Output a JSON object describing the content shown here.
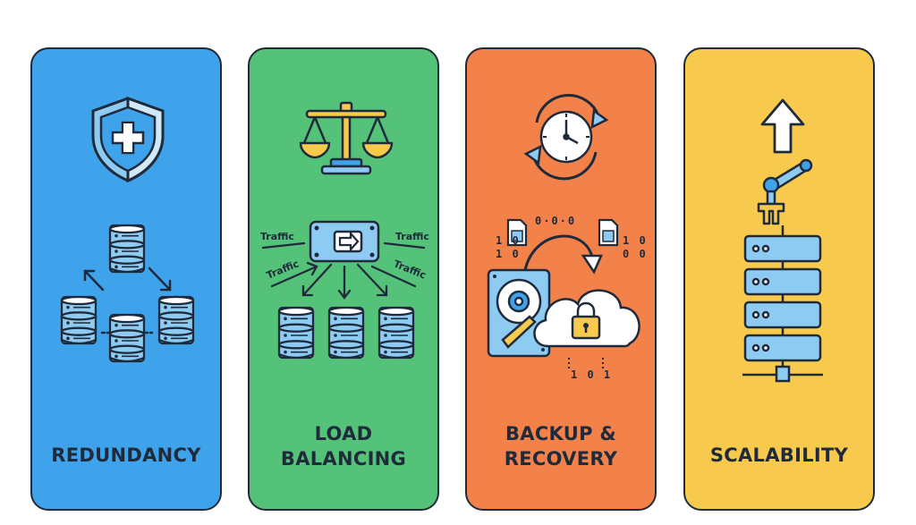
{
  "colors": {
    "redundancy": "#3fa3ec",
    "load_balancing": "#55c27a",
    "backup_recovery": "#f2814a",
    "scalability": "#f7c94d",
    "outline": "#1f2a3a",
    "icon_fill": "#8ecbf3"
  },
  "cards": [
    {
      "title": "REDUNDANCY",
      "icons": [
        "shield-plus-icon",
        "database-icon"
      ]
    },
    {
      "title_line1": "LOAD",
      "title_line2": "BALANCING",
      "icons": [
        "scales-icon",
        "router-arrow-icon",
        "database-icon"
      ],
      "traffic_labels": [
        "Traffic",
        "Traffic",
        "Traffic",
        "Traffic"
      ]
    },
    {
      "title_line1": "BACKUP &",
      "title_line2": "RECOVERY",
      "icons": [
        "clock-sync-icon",
        "file-icon",
        "hard-drive-icon",
        "cloud-lock-icon"
      ],
      "bits_top": "0·0·0",
      "bits_left": "1 0\n1 0",
      "bits_right": "1 0\n0 0",
      "bits_bottom": "1 0 1"
    },
    {
      "title": "SCALABILITY",
      "icons": [
        "arrow-up-icon",
        "robot-arm-icon",
        "server-rack-icon"
      ]
    }
  ]
}
